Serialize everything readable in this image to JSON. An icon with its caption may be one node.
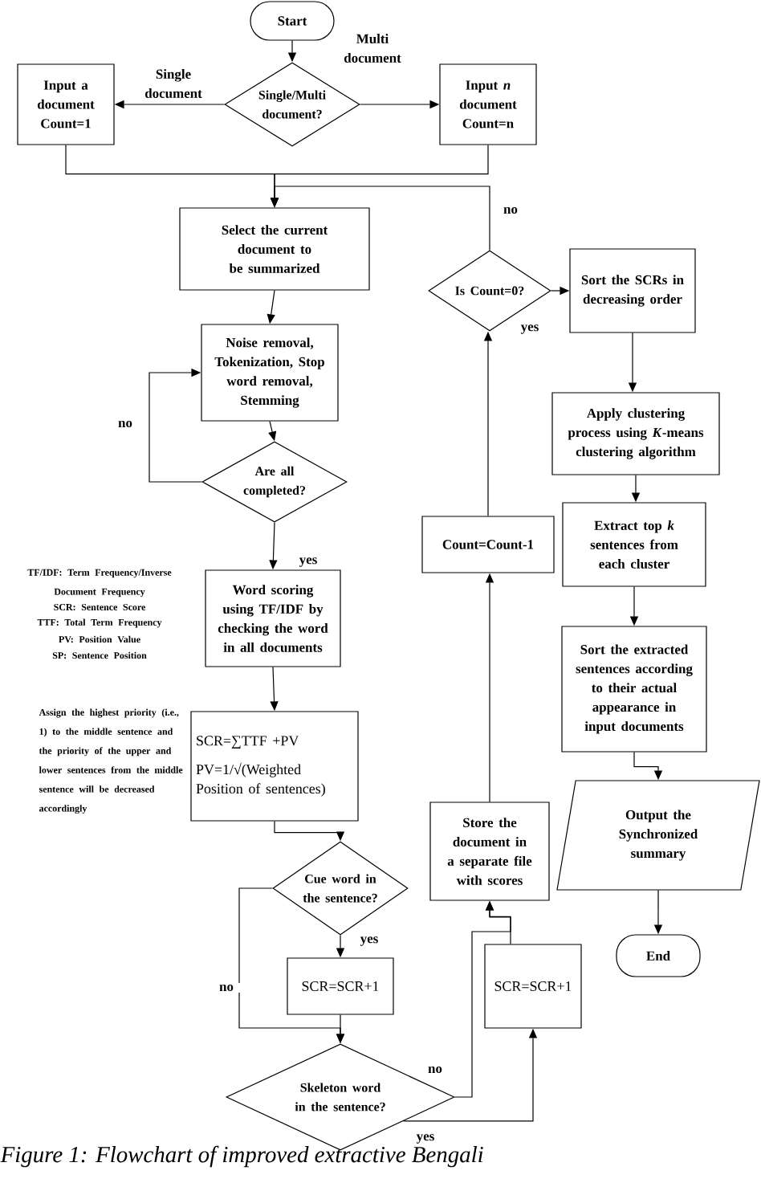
{
  "diagram": {
    "caption": "Figure 1: Flowchart of improved extractive Bengali",
    "nodes": [
      {
        "text": [
          "Start"
        ]
      },
      {
        "text": [
          "Single/Multi document?"
        ]
      },
      {
        "text": [
          "Input a document Count=1"
        ]
      },
      {
        "text": [
          "Input *n* document Count=n"
        ]
      },
      {
        "text": [
          "Select the current document to be summarized"
        ]
      },
      {
        "text": [
          "Noise removal, Tokenization, Stop word removal, Stemming"
        ]
      },
      {
        "text": [
          "Are all completed?"
        ]
      },
      {
        "text": [
          "Word scoring using TF/IDF by checking the word in all documents"
        ]
      },
      {
        "text": [
          "SCR=∑TTF +PV",
          "PV=1/√(Weighted Position of sentences)"
        ]
      },
      {
        "text": [
          "Cue word in the sentence?"
        ]
      },
      {
        "text": [
          "SCR=SCR+1"
        ]
      },
      {
        "text": [
          "Skeleton word in the sentence?"
        ]
      },
      {
        "text": [
          "Is Count=0?"
        ]
      },
      {
        "text": [
          "Sort the SCRs in decreasing order"
        ]
      },
      {
        "text": [
          "Apply clustering process using *K*-means clustering algorithm"
        ]
      },
      {
        "text": [
          "Extract top *k* sentences from each cluster"
        ]
      },
      {
        "text": [
          "Count=Count-1"
        ]
      },
      {
        "text": [
          "Sort the extracted sentences according to their actual appearance in input documents"
        ]
      },
      {
        "text": [
          "Output the Synchronized summary"
        ]
      },
      {
        "text": [
          "End"
        ]
      },
      {
        "text": [
          "Store the document in a separate file with scores"
        ]
      },
      {
        "text": [
          "SCR=SCR+1"
        ]
      }
    ],
    "edges": [
      {
        "from": 0,
        "to": 1,
        "arrow": "to"
      },
      {
        "from": 1,
        "to": 2,
        "arrow": "to",
        "label": "Single document"
      },
      {
        "from": 1,
        "to": 3,
        "arrow": "to",
        "label": "Multi document"
      },
      {
        "from": 2,
        "to": 4,
        "arrow": "to"
      },
      {
        "from": 3,
        "to": 4,
        "arrow": "to"
      },
      {
        "from": 12,
        "to": 4,
        "arrow": "to",
        "label": "no"
      },
      {
        "from": 4,
        "to": 5,
        "arrow": "to"
      },
      {
        "from": 5,
        "to": 6,
        "arrow": "to"
      },
      {
        "from": 6,
        "to": 5,
        "arrow": "to",
        "label": "no"
      },
      {
        "from": 6,
        "to": 7,
        "arrow": "to",
        "label": "yes"
      },
      {
        "from": 7,
        "to": 8,
        "arrow": "to"
      },
      {
        "from": 8,
        "to": 9,
        "arrow": "to"
      },
      {
        "from": 9,
        "to": 10,
        "arrow": "to",
        "label": "yes"
      },
      {
        "from": 9,
        "to": 11,
        "arrow": "to",
        "label": "no"
      },
      {
        "from": 10,
        "to": 11,
        "arrow": "to"
      },
      {
        "from": 11,
        "to": 20,
        "arrow": "to",
        "label": "no"
      },
      {
        "from": 11,
        "to": 21,
        "arrow": "to",
        "label": "yes"
      },
      {
        "from": 21,
        "to": 20,
        "arrow": "to"
      },
      {
        "from": 20,
        "to": 16,
        "arrow": "to"
      },
      {
        "from": 16,
        "to": 12,
        "arrow": "to"
      },
      {
        "from": 12,
        "to": 13,
        "arrow": "to",
        "label": "yes"
      },
      {
        "from": 13,
        "to": 14,
        "arrow": "to"
      },
      {
        "from": 14,
        "to": 15,
        "arrow": "to"
      },
      {
        "from": 15,
        "to": 17,
        "arrow": "to"
      },
      {
        "from": 17,
        "to": 18,
        "arrow": "to"
      },
      {
        "from": 18,
        "to": 19,
        "arrow": "to"
      }
    ],
    "labels": [
      "TF/IDF: Term Frequency/Inverse Document Frequency",
      "SCR: Sentence Score",
      "TTF: Total Term Frequency",
      "PV: Position Value",
      "SP: Sentence Position",
      "Assign the highest priority (i.e., 1) to the middle sentence and the priority of the upper and lower sentences from the middle sentence will be decreased accordingly"
    ]
  }
}
